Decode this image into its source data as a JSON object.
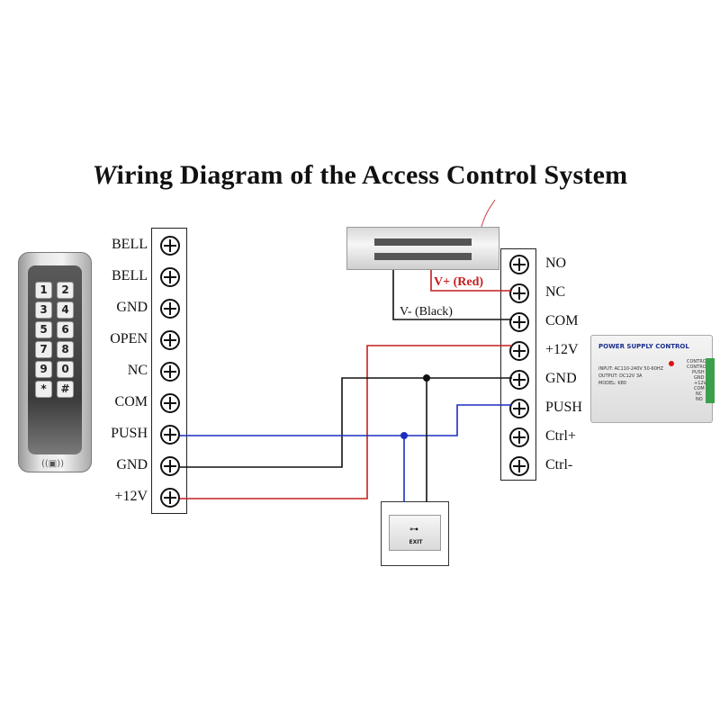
{
  "title": "Wiring Diagram of the Access Control System",
  "left_terminals": [
    "BELL",
    "BELL",
    "GND",
    "OPEN",
    "NC",
    "COM",
    "PUSH",
    "GND",
    "+12V"
  ],
  "right_terminals": [
    "NO",
    "NC",
    "COM",
    "+12V",
    "GND",
    "PUSH",
    "Ctrl+",
    "Ctrl-"
  ],
  "wire_labels": {
    "red": "V+ (Red)",
    "black": "V- (Black)"
  },
  "keypad_keys": [
    "1",
    "2",
    "3",
    "4",
    "5",
    "6",
    "7",
    "8",
    "9",
    "0",
    "*",
    "#"
  ],
  "exit_button_label": "EXIT",
  "psu": {
    "title": "POWER SUPPLY CONTROL",
    "lines": [
      "INPUT: AC110-240V 50-60HZ",
      "OUTPUT: DC12V 3A",
      "MODEL: K80"
    ],
    "terminals": [
      "CONTROL-",
      "CONTROL+",
      "PUSH",
      "GND",
      "+12V",
      "COM",
      "NC",
      "NO"
    ]
  },
  "colors": {
    "red_wire": "#c41e1e",
    "blue_wire": "#1a2fbf",
    "black_wire": "#111111"
  }
}
